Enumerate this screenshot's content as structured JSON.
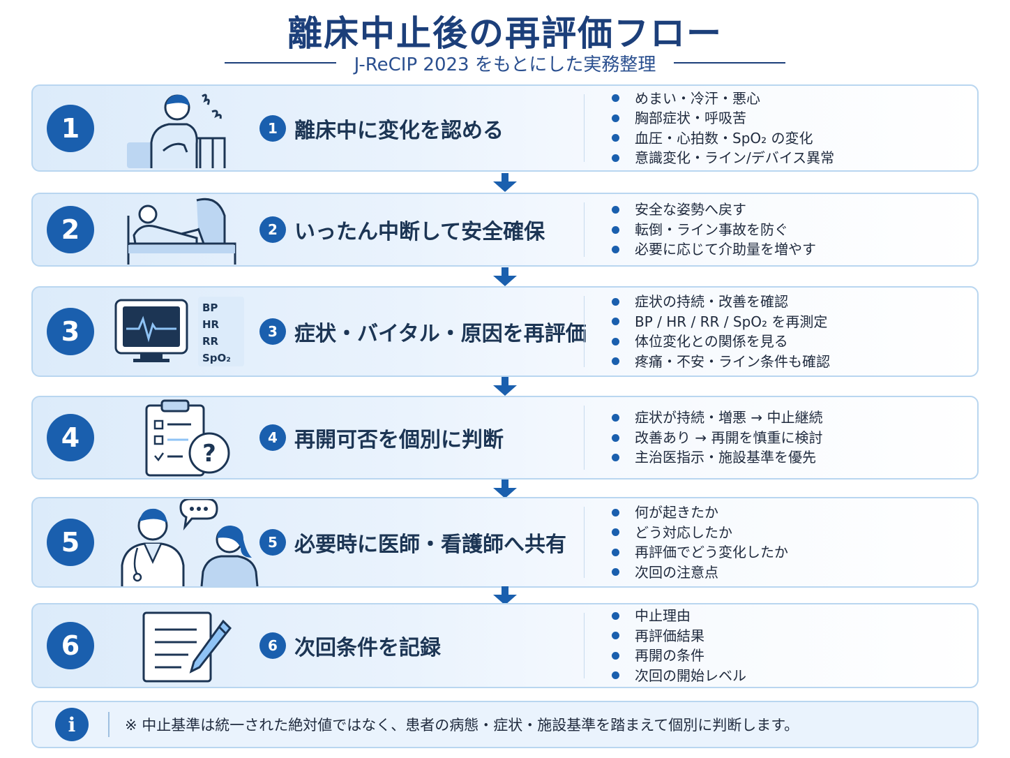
{
  "title": "離床中止後の再評価フロー",
  "subtitle": "J-ReCIP 2023 をもとにした実務整理",
  "steps": [
    {
      "number": "1",
      "heading": "離床中に変化を認める",
      "bullets": [
        "めまい・冷汗・悪心",
        "胸部症状・呼吸苦",
        "血圧・心拍数・SpO₂ の変化",
        "意識変化・ライン/デバイス異常"
      ],
      "icon": "patient-discomfort-icon"
    },
    {
      "number": "2",
      "heading": "いったん中断して安全確保",
      "bullets": [
        "安全な姿勢へ戻す",
        "転倒・ライン事故を防ぐ",
        "必要に応じて介助量を増やす"
      ],
      "icon": "patient-bed-assist-icon"
    },
    {
      "number": "3",
      "heading": "症状・バイタル・原因を再評価",
      "bullets": [
        "症状の持続・改善を確認",
        "BP / HR / RR / SpO₂ を再測定",
        "体位変化との関係を見る",
        "疼痛・不安・ライン条件も確認"
      ],
      "icon": "vital-monitor-icon",
      "vital_labels": [
        "BP",
        "HR",
        "RR",
        "SpO₂"
      ]
    },
    {
      "number": "4",
      "heading": "再開可否を個別に判断",
      "bullets": [
        "症状が持続・増悪 → 中止継続",
        "改善あり → 再開を慎重に検討",
        "主治医指示・施設基準を優先"
      ],
      "icon": "clipboard-question-icon"
    },
    {
      "number": "5",
      "heading": "必要時に医師・看護師へ共有",
      "bullets": [
        "何が起きたか",
        "どう対応したか",
        "再評価でどう変化したか",
        "次回の注意点"
      ],
      "icon": "doctor-nurse-chat-icon"
    },
    {
      "number": "6",
      "heading": "次回条件を記録",
      "bullets": [
        "中止理由",
        "再評価結果",
        "再開の条件",
        "次回の開始レベル"
      ],
      "icon": "document-pen-icon"
    }
  ],
  "note": {
    "icon_label": "i",
    "text": "※ 中止基準は統一された絶対値ではなく、患者の病態・症状・施設基準を踏まえて個別に判断します。"
  },
  "colors": {
    "accent": "#1a5fae",
    "title": "#1c3f7a",
    "border": "#b9d6f0",
    "panel": "#eaf3fd"
  }
}
